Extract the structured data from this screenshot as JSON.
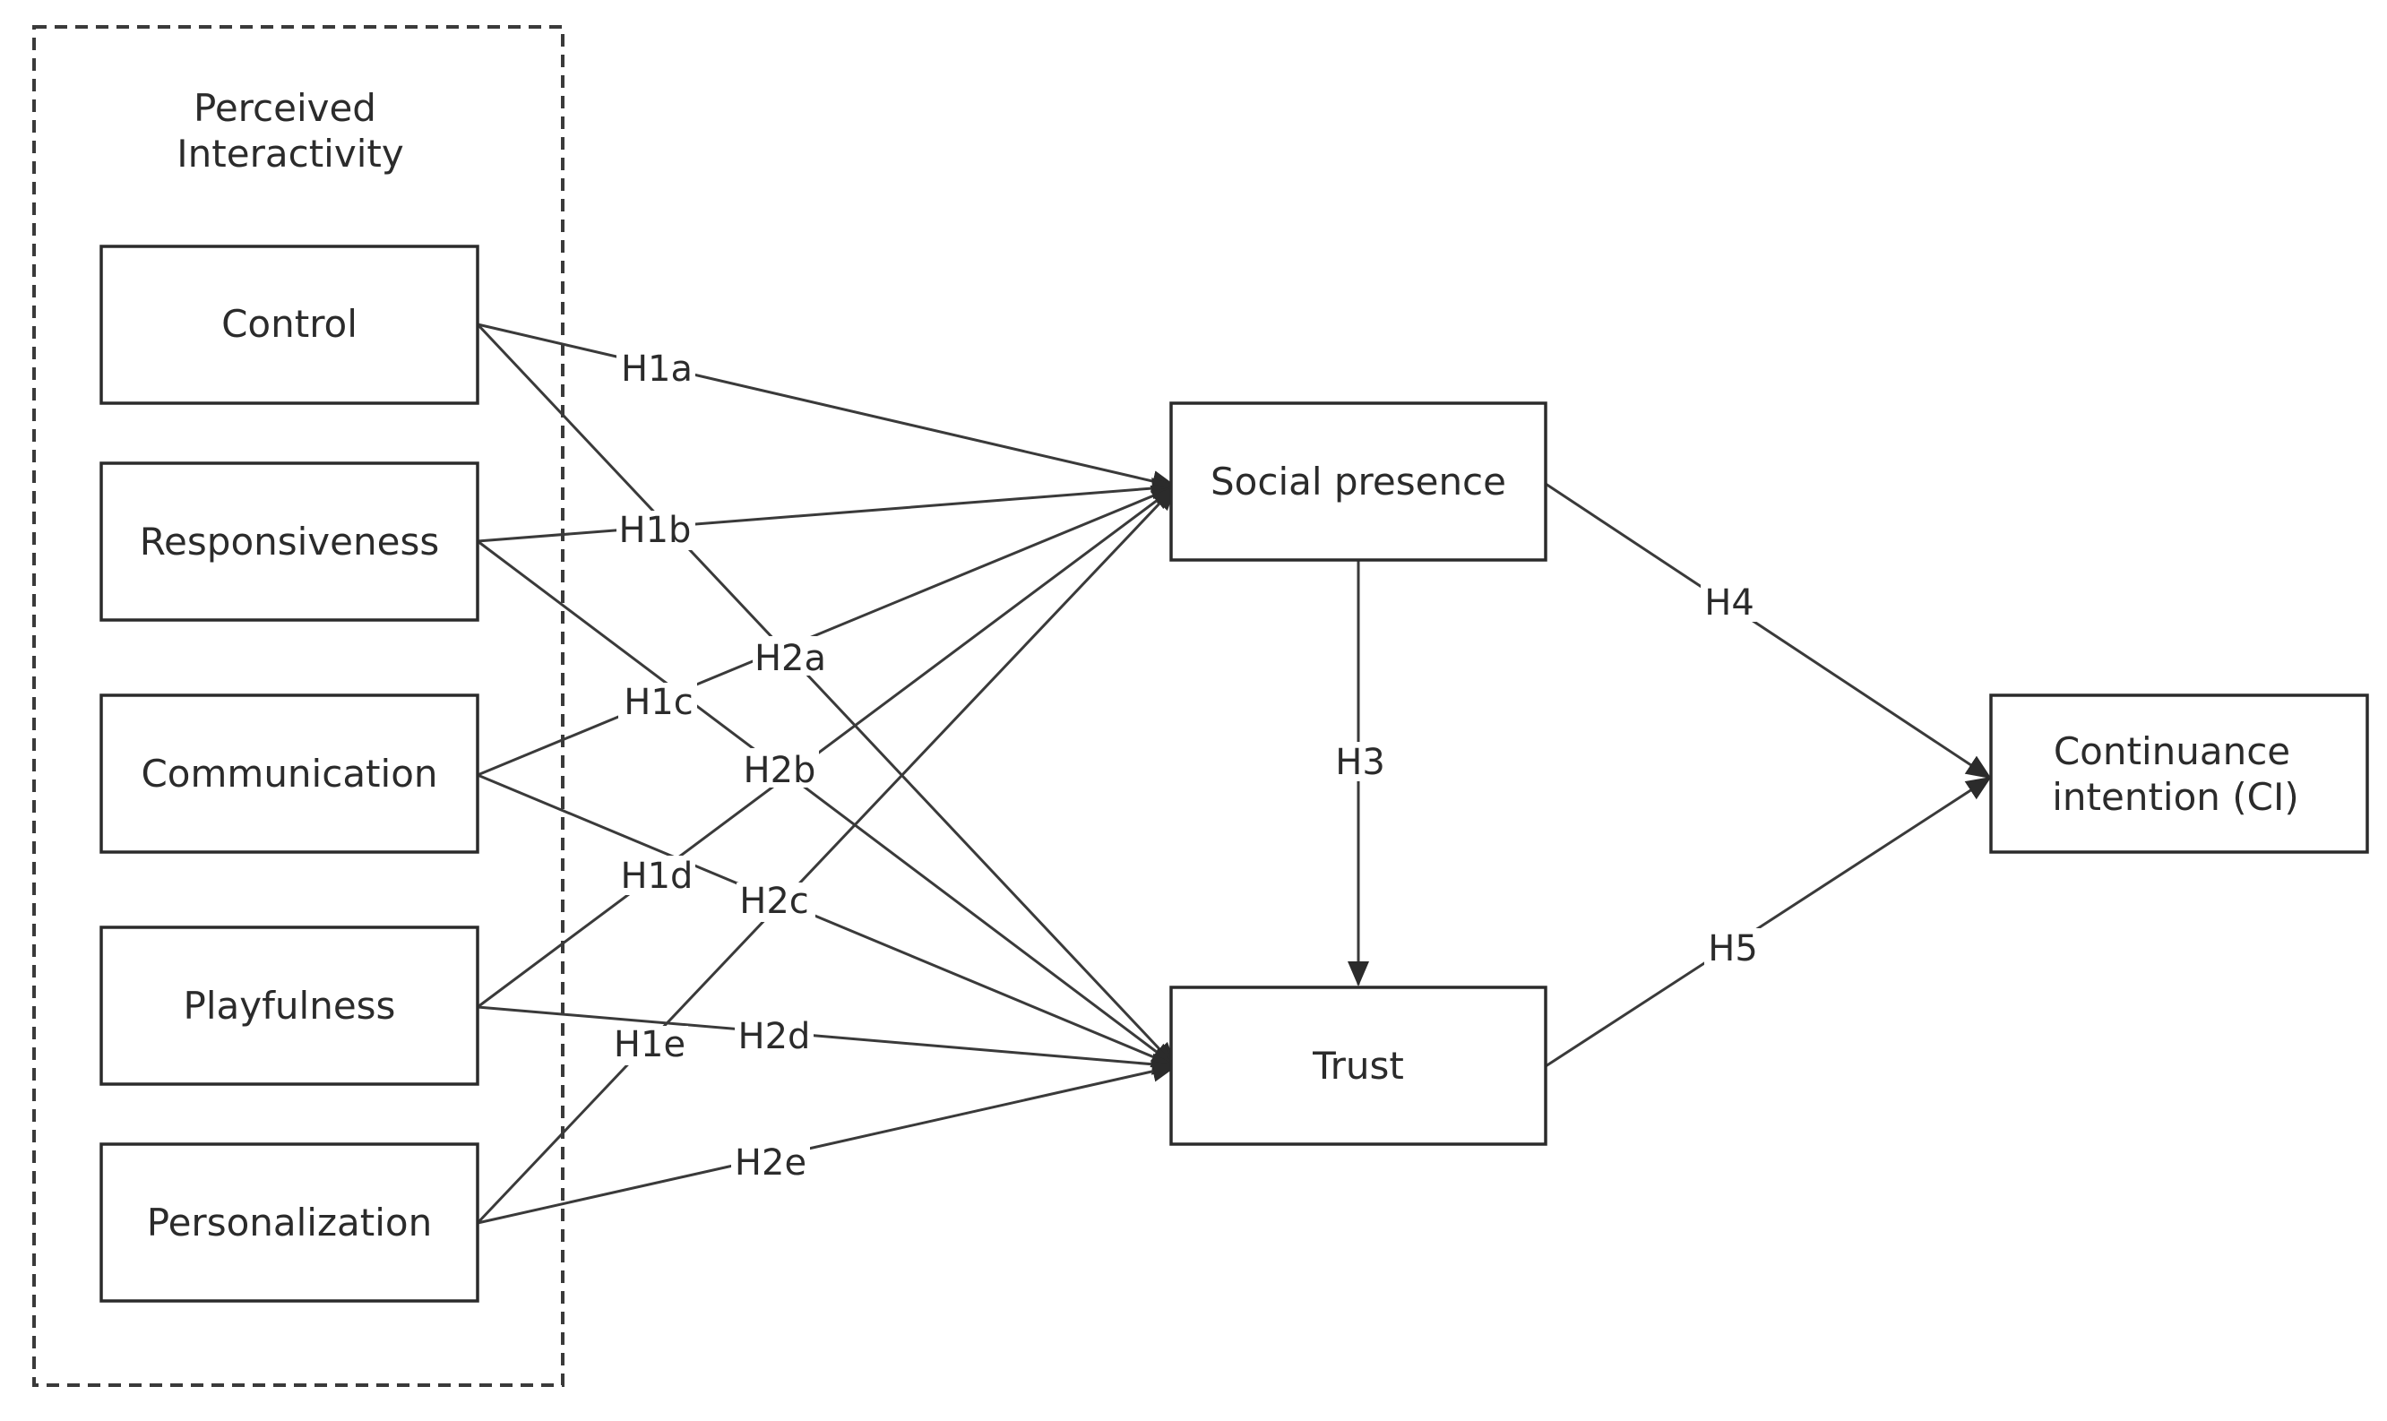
{
  "group": {
    "title_line1": "Perceived",
    "title_line2": "Interactivity"
  },
  "nodes": {
    "control": "Control",
    "responsiveness": "Responsiveness",
    "communication": "Communication",
    "playfulness": "Playfulness",
    "personalization": "Personalization",
    "social_presence": "Social presence",
    "trust": "Trust",
    "ci_line1": "Continuance",
    "ci_line2": "intention (CI)"
  },
  "hypotheses": {
    "h1a": "H1a",
    "h1b": "H1b",
    "h1c": "H1c",
    "h1d": "H1d",
    "h1e": "H1e",
    "h2a": "H2a",
    "h2b": "H2b",
    "h2c": "H2c",
    "h2d": "H2d",
    "h2e": "H2e",
    "h3": "H3",
    "h4": "H4",
    "h5": "H5"
  },
  "colors": {
    "stroke": "#2b2b2b",
    "background": "#ffffff"
  }
}
